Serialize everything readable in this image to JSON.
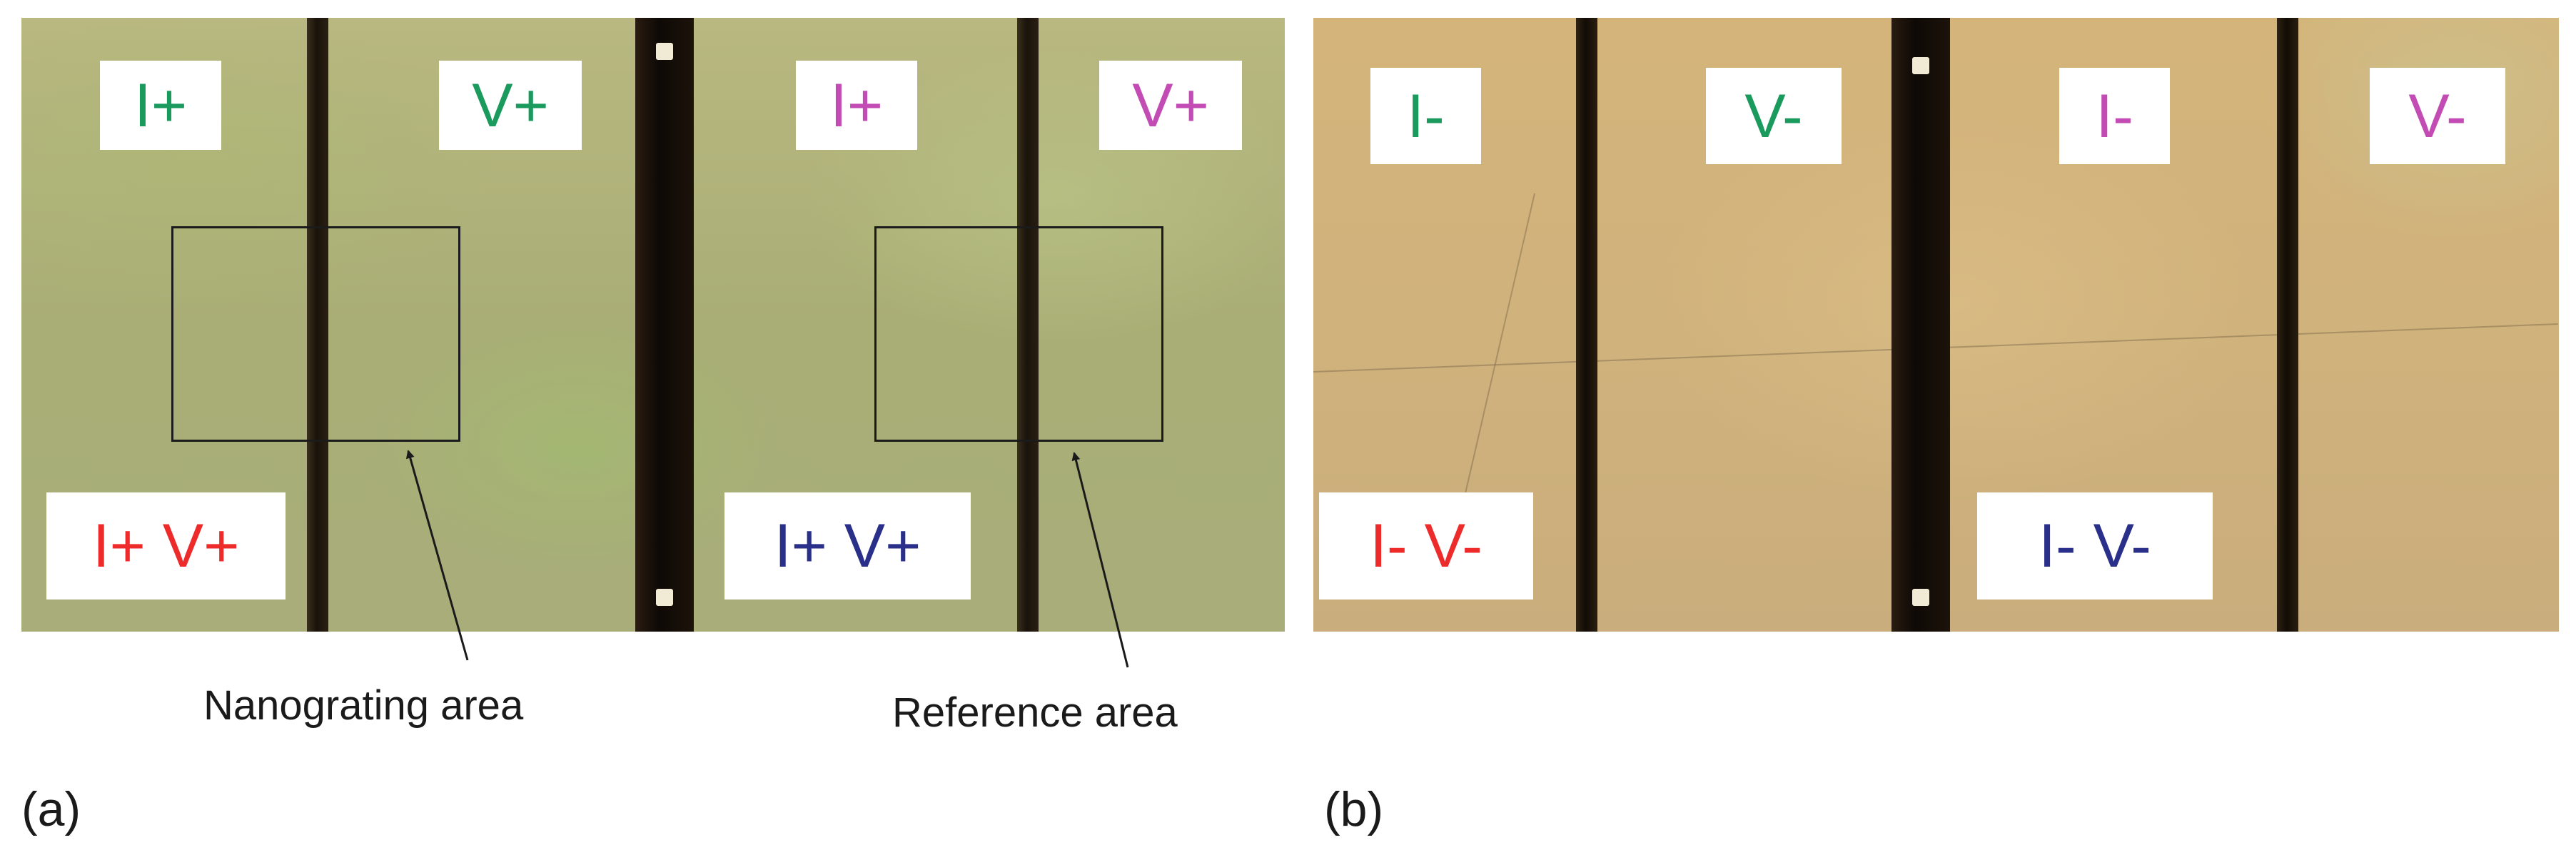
{
  "panel_a": {
    "letter": "(a)",
    "labels": {
      "nano_i_plus": "I+",
      "nano_v_plus": "V+",
      "ref_i_plus": "I+",
      "ref_v_plus": "V+",
      "nano_pair": "I+ V+",
      "ref_pair": "I+ V+"
    },
    "annotations": {
      "nanograting": "Nanograting area",
      "reference": "Reference area"
    }
  },
  "panel_b": {
    "letter": "(b)",
    "labels": {
      "nano_i_minus": "I-",
      "nano_v_minus": "V-",
      "ref_i_minus": "I-",
      "ref_v_minus": "V-",
      "nano_pair": "I- V-",
      "ref_pair": "I- V-"
    }
  },
  "colors": {
    "electrode_label_nanograting": "#1a9a5c",
    "electrode_label_reference": "#c24cb3",
    "pair_label_nanograting": "#ee2b2b",
    "pair_label_reference": "#2a2f8a"
  }
}
